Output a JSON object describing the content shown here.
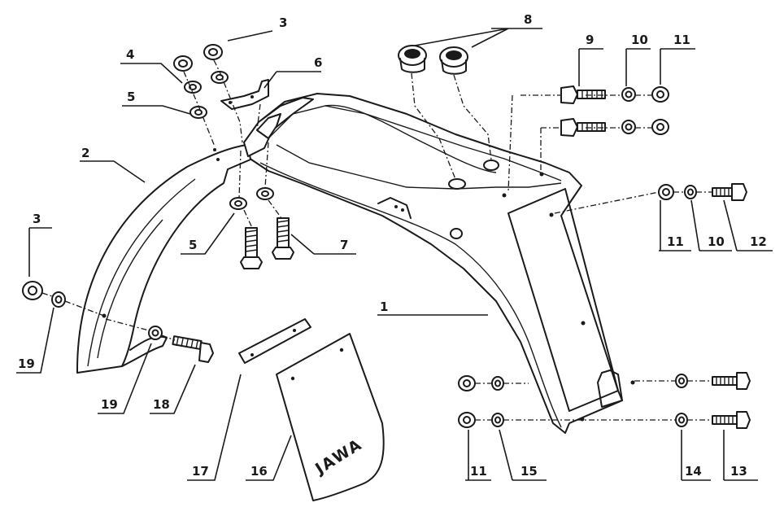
{
  "part_labels": {
    "p1": "1",
    "p2": "2",
    "p3_top": "3",
    "p3_left": "3",
    "p4": "4",
    "p5_top": "5",
    "p5_bottom": "5",
    "p6": "6",
    "p7": "7",
    "p8": "8",
    "p9": "9",
    "p10_top": "10",
    "p10_mid": "10",
    "p11_top": "11",
    "p11_mid": "11",
    "p11_bottom": "11",
    "p12": "12",
    "p13": "13",
    "p14": "14",
    "p15": "15",
    "p16": "16",
    "p17": "17",
    "p18": "18",
    "p19_left": "19",
    "p19_mid": "19"
  },
  "mudflap_brand": "JAWA"
}
